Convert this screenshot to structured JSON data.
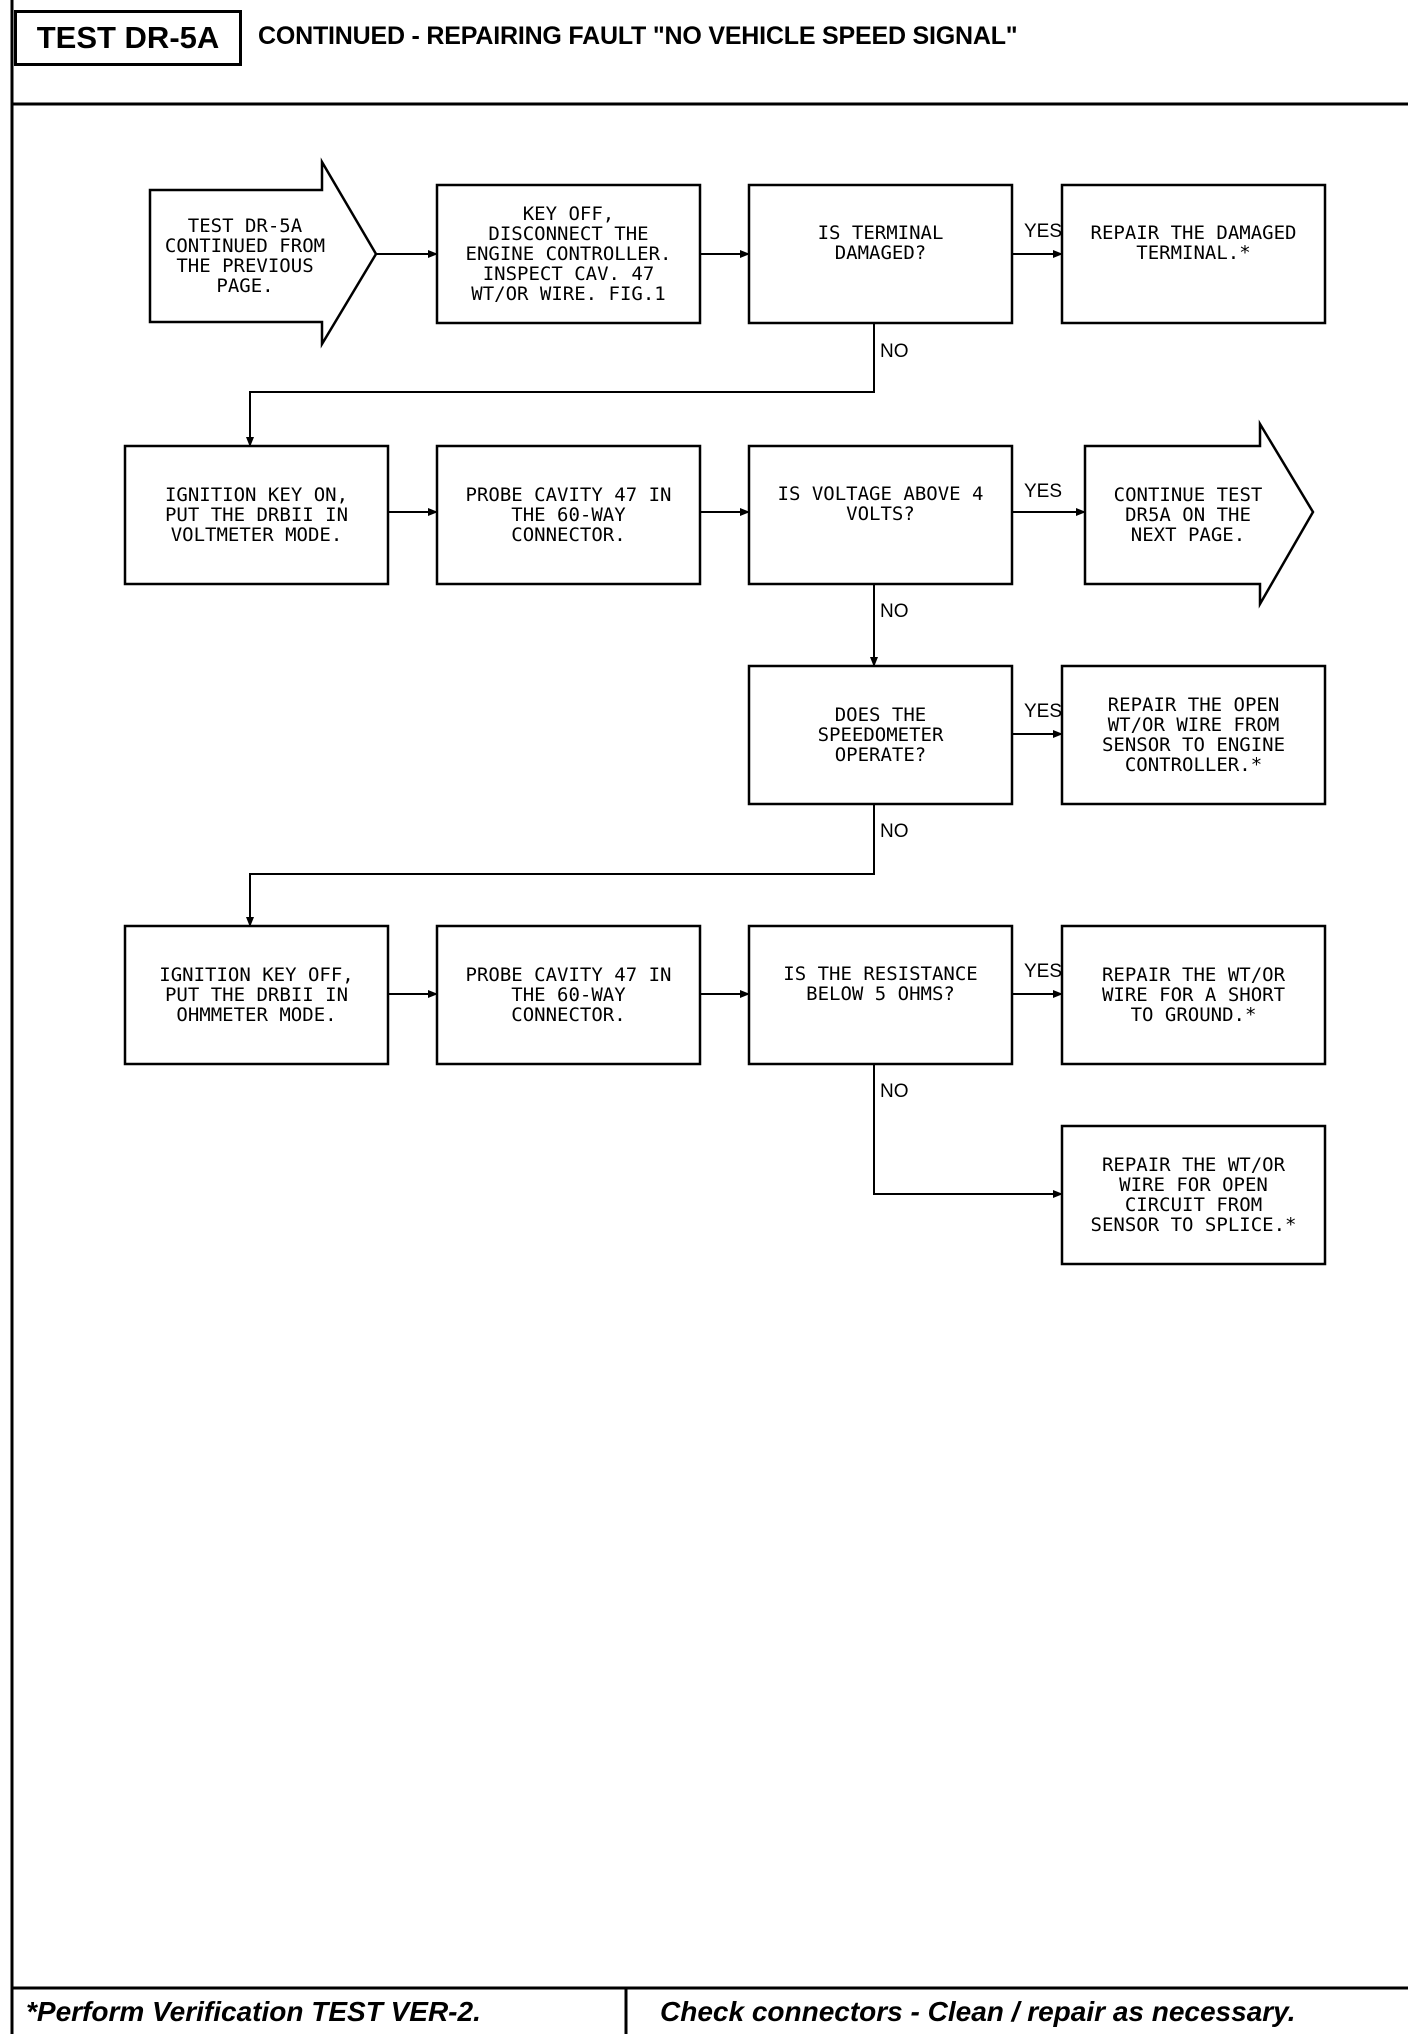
{
  "header": {
    "test_id": "TEST DR-5A",
    "title": "CONTINUED - REPAIRING FAULT \"NO VEHICLE SPEED SIGNAL\""
  },
  "flowchart": {
    "start": "TEST DR-5A\nCONTINUED FROM\nTHE PREVIOUS\nPAGE.",
    "step_key_off": "KEY OFF,\nDISCONNECT THE\nENGINE CONTROLLER.\nINSPECT CAV. 47\nWT/OR WIRE. FIG.1",
    "q_terminal": "IS TERMINAL\nDAMAGED?",
    "fix_terminal": "REPAIR THE DAMAGED\nTERMINAL.*",
    "step_ign_on": "IGNITION KEY ON,\nPUT THE DRBII IN\nVOLTMETER MODE.",
    "step_probe_1": "PROBE CAVITY 47 IN\nTHE 60-WAY\nCONNECTOR.",
    "q_voltage": "IS VOLTAGE ABOVE 4\nVOLTS?",
    "continue_next": "CONTINUE TEST\nDR5A ON THE\nNEXT PAGE.",
    "q_speedo": "DOES THE\nSPEEDOMETER\nOPERATE?",
    "fix_open_wire": "REPAIR THE OPEN\nWT/OR WIRE FROM\nSENSOR TO ENGINE\nCONTROLLER.*",
    "step_ign_off": "IGNITION KEY OFF,\nPUT THE DRBII IN\nOHMMETER MODE.",
    "step_probe_2": "PROBE CAVITY 47 IN\nTHE 60-WAY\nCONNECTOR.",
    "q_resistance": "IS THE RESISTANCE\nBELOW 5 OHMS?",
    "fix_short": "REPAIR THE WT/OR\nWIRE FOR A SHORT\nTO GROUND.*",
    "fix_open_circuit": "REPAIR THE WT/OR\nWIRE FOR OPEN\nCIRCUIT FROM\nSENSOR TO SPLICE.*",
    "yes": "YES",
    "no": "NO"
  },
  "footer": {
    "left": "*Perform Verification TEST VER-2.",
    "right": "Check connectors - Clean / repair as necessary."
  }
}
